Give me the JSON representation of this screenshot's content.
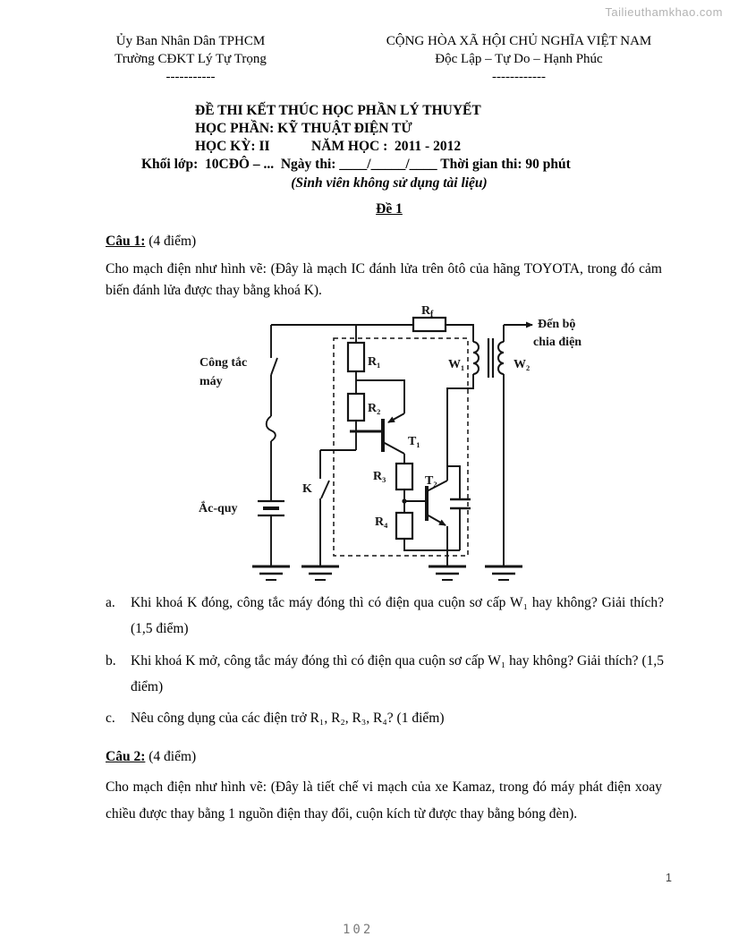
{
  "watermark": "Tailieuthamkhao.com",
  "header": {
    "left": [
      "Ủy Ban Nhân Dân TPHCM",
      "Trường CĐKT Lý Tự Trọng",
      "-----------"
    ],
    "right": [
      "CỘNG HÒA XÃ HỘI CHỦ NGHĨA VIỆT NAM",
      "Độc Lập – Tự Do – Hạnh Phúc",
      "------------"
    ]
  },
  "title": {
    "line1": "ĐỀ THI KẾT THÚC HỌC PHẦN LÝ THUYẾT",
    "line2": "HỌC PHẦN: KỸ THUẬT ĐIỆN TỬ",
    "line3": "HỌC KỲ: II            NĂM HỌC :  2011 - 2012",
    "line4": "Khối lớp:  10CĐÔ – ...  Ngày thi: ____/_____/____ Thời gian thi: 90 phút",
    "note": "(Sinh viên không sử dụng tài liệu)",
    "exam_code": "Đề 1"
  },
  "question1": {
    "label": "Câu 1:",
    "points": " (4 điểm)",
    "intro": "Cho mạch điện như hình vẽ: (Đây là mạch IC đánh lửa trên ôtô của hãng TOYOTA, trong đó cảm biến đánh lửa được thay bằng khoá K).",
    "items": [
      {
        "marker": "a.",
        "text": "Khi khoá K đóng, công tắc máy đóng thì có điện qua cuộn sơ cấp W₁ hay không? Giải thích? (1,5 điểm)"
      },
      {
        "marker": "b.",
        "text": "Khi khoá K mở, công tắc máy đóng thì có điện qua cuộn sơ cấp W₁ hay không? Giải thích? (1,5 điểm)"
      },
      {
        "marker": "c.",
        "text": "Nêu công dụng của các điện trở R₁, R₂, R₃, R₄? (1 điểm)"
      }
    ]
  },
  "circuit": {
    "labels": {
      "rf_main": "R",
      "rf_sub": "f",
      "r1": "R₁",
      "r2": "R₂",
      "r3": "R₃",
      "r4": "R₄",
      "t1": "T₁",
      "t2": "T₂",
      "w1": "W₁",
      "w2": "W₂",
      "k": "K",
      "ignition_switch_line1": "Công tắc",
      "ignition_switch_line2": "máy",
      "battery": "Ắc-quy",
      "distributor_line1": "Đến bộ",
      "distributor_line2": "chia điện"
    }
  },
  "question2": {
    "label": "Câu 2:",
    "points": " (4 điểm)",
    "intro": "Cho mạch điện như hình vẽ: (Đây là tiết chế vi mạch của xe Kamaz, trong đó máy phát điện xoay chiều được thay bằng 1 nguồn điện thay đổi, cuộn kích từ được thay bằng bóng đèn)."
  },
  "footer": {
    "page_number": "1",
    "bottom_number": "102"
  }
}
